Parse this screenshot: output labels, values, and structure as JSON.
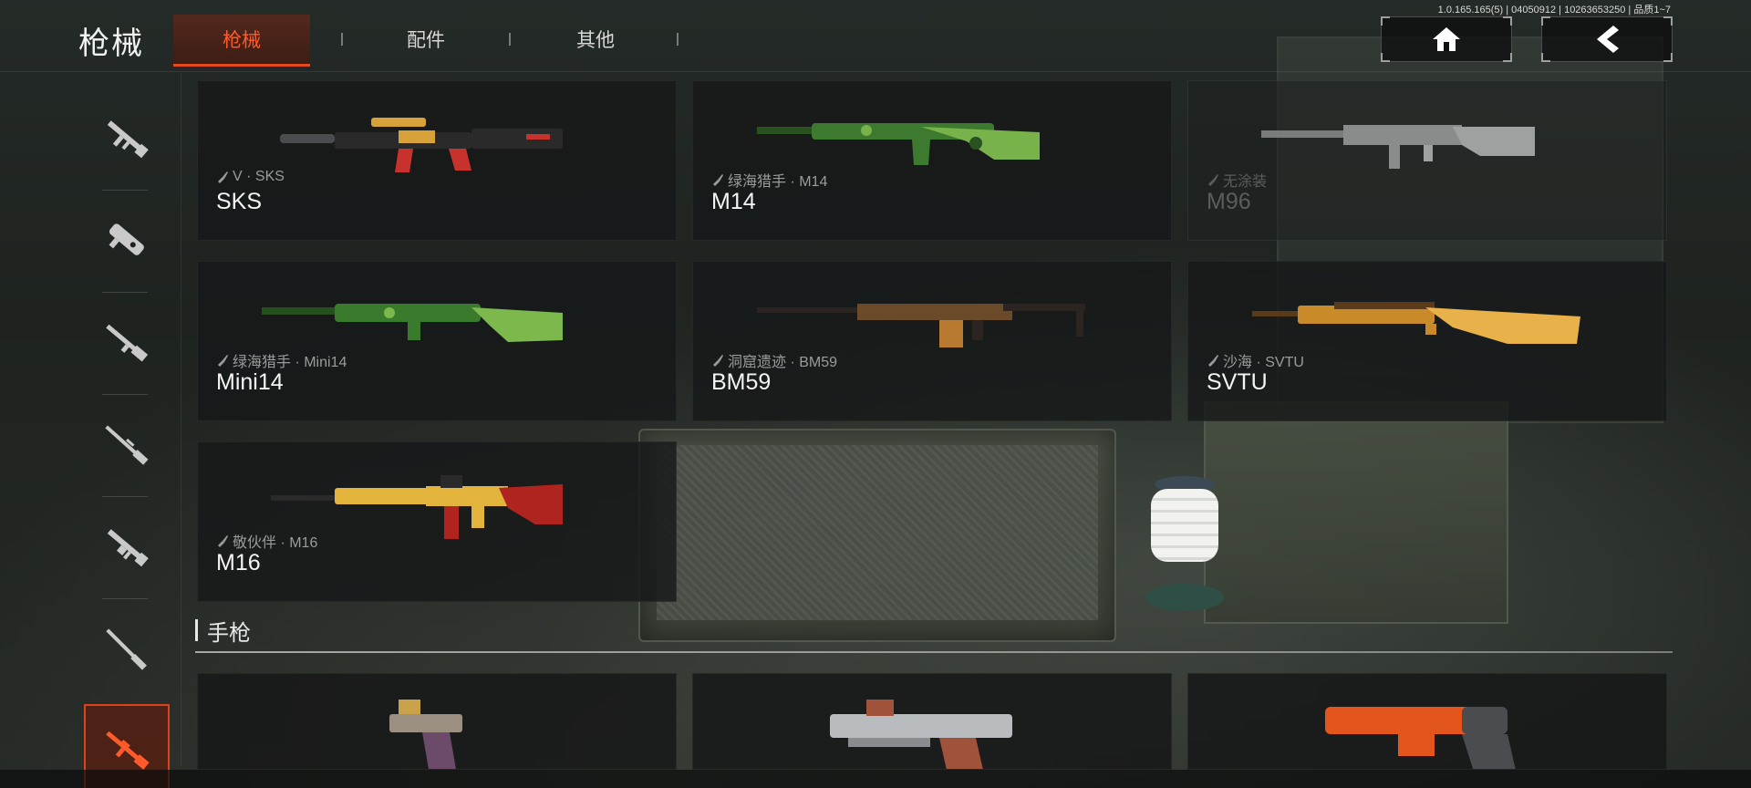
{
  "header": {
    "title": "枪械",
    "tabs": [
      {
        "label": "枪械",
        "active": true
      },
      {
        "label": "配件",
        "active": false
      },
      {
        "label": "其他",
        "active": false
      }
    ],
    "version_text": "1.0.165.165(5) | 04050912 | 10263653250 | 品质1~7",
    "home_icon": "home-icon",
    "back_icon": "chevron-left-icon"
  },
  "sidebar": {
    "items": [
      {
        "icon": "assault-rifle-icon",
        "active": false
      },
      {
        "icon": "smg-icon",
        "active": false
      },
      {
        "icon": "shotgun-icon",
        "active": false
      },
      {
        "icon": "sniper-rifle-icon",
        "active": false
      },
      {
        "icon": "lmg-icon",
        "active": false
      },
      {
        "icon": "bolt-rifle-icon",
        "active": false
      },
      {
        "icon": "marksman-rifle-icon",
        "active": true
      }
    ]
  },
  "weapons": [
    {
      "skin": "V · SKS",
      "name": "SKS",
      "locked": false,
      "colors": [
        "#2a2a2a",
        "#d8a23a",
        "#c8322c"
      ]
    },
    {
      "skin": "绿海猎手 · M14",
      "name": "M14",
      "locked": false,
      "colors": [
        "#3d7a2f",
        "#78b24a",
        "#2a5220"
      ]
    },
    {
      "skin": "无涂装",
      "name": "M96",
      "locked": true,
      "colors": [
        "#8a8c8c",
        "#9fa1a1",
        "#7a7c7c"
      ]
    },
    {
      "skin": "绿海猎手 · Mini14",
      "name": "Mini14",
      "locked": false,
      "colors": [
        "#3a7a2d",
        "#7cb84c",
        "#23501c"
      ]
    },
    {
      "skin": "洞窟遗迹 · BM59",
      "name": "BM59",
      "locked": false,
      "colors": [
        "#2b2420",
        "#6b4a2a",
        "#b87a30"
      ]
    },
    {
      "skin": "沙海 · SVTU",
      "name": "SVTU",
      "locked": false,
      "colors": [
        "#c98a2a",
        "#e9b14a",
        "#5a3a18"
      ]
    },
    {
      "skin": "敬伙伴 · M16",
      "name": "M16",
      "locked": false,
      "colors": [
        "#2a2a2a",
        "#e2b43c",
        "#b0241f"
      ]
    }
  ],
  "section": {
    "title": "手枪"
  },
  "pistols": [
    {
      "colors": [
        "#9a8f80",
        "#6b4a6a",
        "#c9a24a"
      ]
    },
    {
      "colors": [
        "#b9bcbf",
        "#8a8d90",
        "#a0523a"
      ]
    },
    {
      "colors": [
        "#e2561e",
        "#4a4c50",
        "#c8c8c8"
      ]
    }
  ]
}
